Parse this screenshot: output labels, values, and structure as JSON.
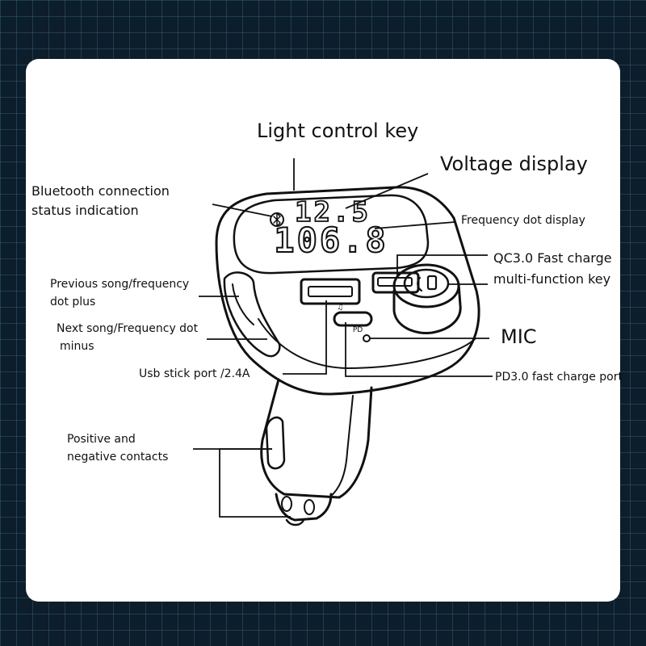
{
  "display": {
    "voltage": "12.5",
    "frequency": "106.8",
    "port_mark_usb": "♫",
    "port_mark_pd": "PD"
  },
  "labels": {
    "light_control_key": "Light control key",
    "voltage_display": "Voltage display",
    "bluetooth_line1": "Bluetooth connection",
    "bluetooth_line2": "status indication",
    "frequency_dot_display": "Frequency dot display",
    "qc_line1": "QC3.0 Fast charge",
    "qc_line2": "multi-function key",
    "previous_line1": "Previous song/frequency",
    "previous_line2": "dot plus",
    "next_line1": "Next song/Frequency dot",
    "next_line2": "minus",
    "mic": "MIC",
    "usb_stick_port": "Usb stick port /2.4A",
    "pd_port": "PD3.0 fast charge port",
    "contacts_line1": "Positive and",
    "contacts_line2": "negative contacts"
  },
  "colors": {
    "background": "#0c1d2b",
    "grid": "#46788f",
    "card": "#ffffff",
    "line": "#111111"
  },
  "icons": {
    "bluetooth": "bluetooth-icon",
    "phone": "phone-icon"
  }
}
